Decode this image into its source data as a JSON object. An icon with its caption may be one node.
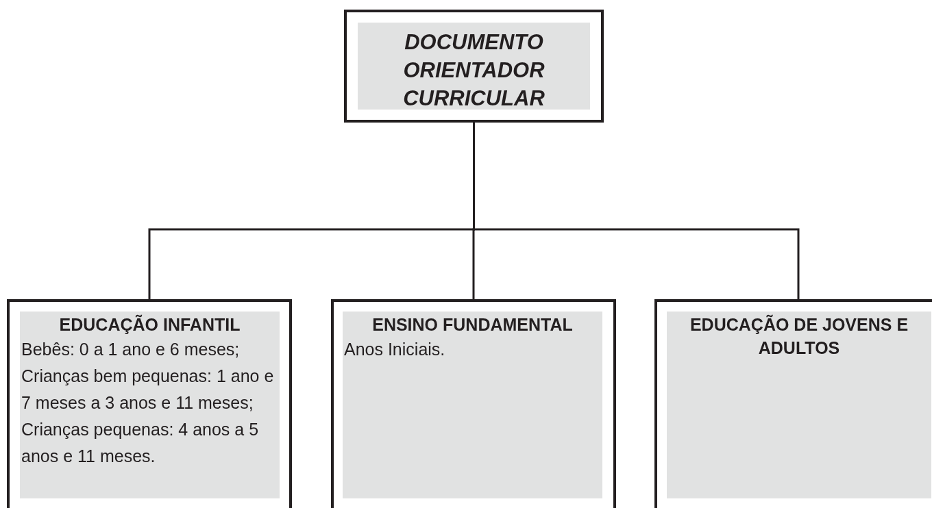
{
  "diagram": {
    "nodes": [
      {
        "text": [
          "DOCUMENTO ORIENTADOR CURRICULAR"
        ]
      },
      {
        "text": [
          "EDUCAÇÃO INFANTIL",
          "Bebês: 0 a 1 ano e 6 meses;",
          "Crianças bem pequenas: 1 ano e 7 meses a 3 anos e 11 meses;",
          "Crianças pequenas: 4 anos a 5 anos e 11 meses."
        ]
      },
      {
        "text": [
          "ENSINO FUNDAMENTAL",
          "Anos Iniciais."
        ]
      },
      {
        "text": [
          "EDUCAÇÃO DE JOVENS E ADULTOS"
        ]
      }
    ],
    "edges": [
      {
        "from": 0,
        "to": 1,
        "arrow": "none"
      },
      {
        "from": 0,
        "to": 2,
        "arrow": "none"
      },
      {
        "from": 0,
        "to": 3,
        "arrow": "none"
      }
    ]
  }
}
